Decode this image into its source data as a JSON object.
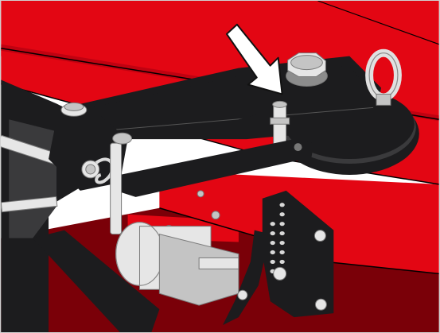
{
  "image": {
    "kind": "cad-render",
    "subject": "mower-deck-linkage-assembly"
  },
  "colors": {
    "deck_red": "#e30613",
    "deck_red_dark": "#a80010",
    "deck_red_shadow": "#7a0008",
    "frame_black": "#1c1c1e",
    "frame_gray": "#3a3a3c",
    "metal_light": "#e6e6e6",
    "metal_mid": "#c4c4c4",
    "metal_dark": "#8c8c8c",
    "arrow_fill": "#ffffff",
    "arrow_stroke": "#111111",
    "background": "#ffffff"
  },
  "callout": {
    "icon": "arrow-down-right-icon",
    "points_to": "pivot-pin"
  }
}
